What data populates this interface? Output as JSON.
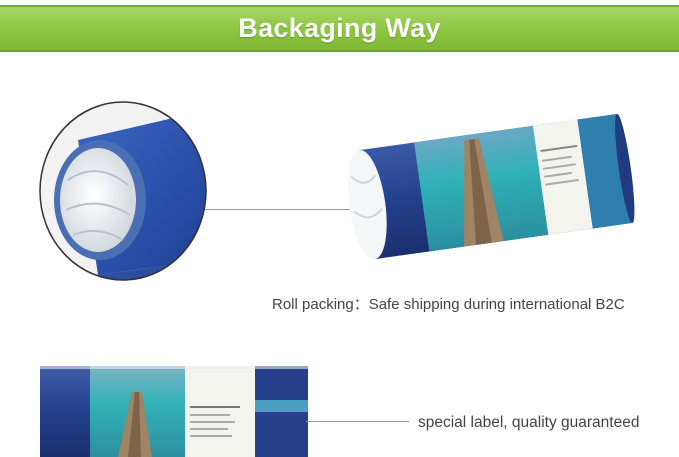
{
  "banner": {
    "title": "Backaging Way",
    "color": "#8cc63f"
  },
  "captions": {
    "roll_packing": "Roll packing：Safe shipping during international B2C",
    "special_label": "special label, quality guaranteed"
  },
  "colors": {
    "roll_blue": "#27408b",
    "sea": "#33a8b0",
    "caption": "#444444"
  }
}
